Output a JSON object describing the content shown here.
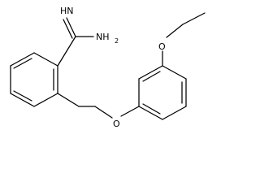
{
  "molecule": {
    "labels": {
      "imine": "HN",
      "amine_main": "NH",
      "amine_sub": "2",
      "ether_top": "O",
      "ether_bottom": "O"
    }
  }
}
